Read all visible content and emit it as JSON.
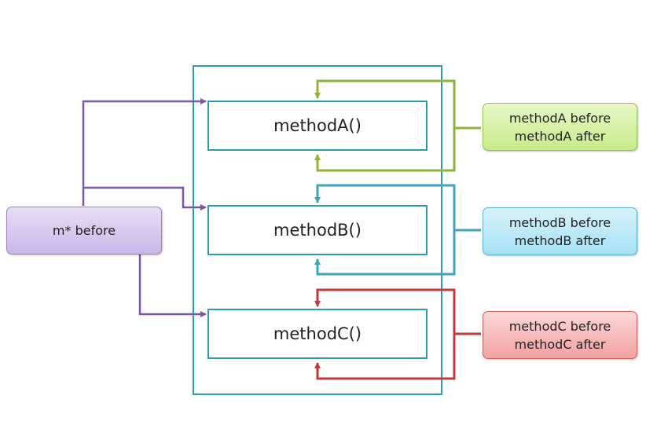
{
  "methods": [
    {
      "name": "methodA()"
    },
    {
      "name": "methodB()"
    },
    {
      "name": "methodC()"
    }
  ],
  "advices": [
    {
      "before": "methodA before",
      "after": "methodA after",
      "color": "#8fb33a"
    },
    {
      "before": "methodB before",
      "after": "methodB after",
      "color": "#3fa3c3"
    },
    {
      "before": "methodC before",
      "after": "methodC after",
      "color": "#c0393b"
    }
  ],
  "common_advice": {
    "label": "m* before",
    "color": "#7a55a8"
  },
  "container_color": "#2f9bb1"
}
